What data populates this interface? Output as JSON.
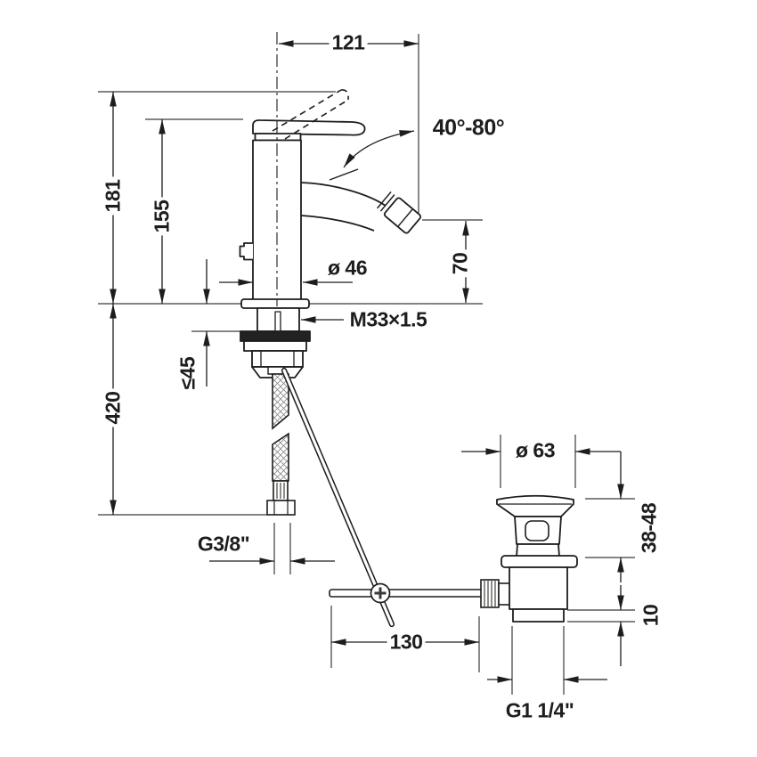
{
  "drawing": {
    "subject": "single-lever bidet mixer with pop-up waste, dimensioned side view",
    "line_color": "#1d1d1b",
    "background_color": "#ffffff",
    "labels": {
      "width": "121",
      "height_lever_raised": "181",
      "height_body": "155",
      "swivel_angle": "40°-80°",
      "body_diameter": "ø 46",
      "spout_height": "70",
      "base_thread": "M33×1.5",
      "max_mounting_thickness": "≤45",
      "hose_length": "420",
      "supply_thread": "G3/8\"",
      "rod_length": "130",
      "waste_flange_diameter": "ø 63",
      "waste_height_range": "38-48",
      "waste_tail_length": "10",
      "waste_thread": "G1 1/4\""
    }
  }
}
